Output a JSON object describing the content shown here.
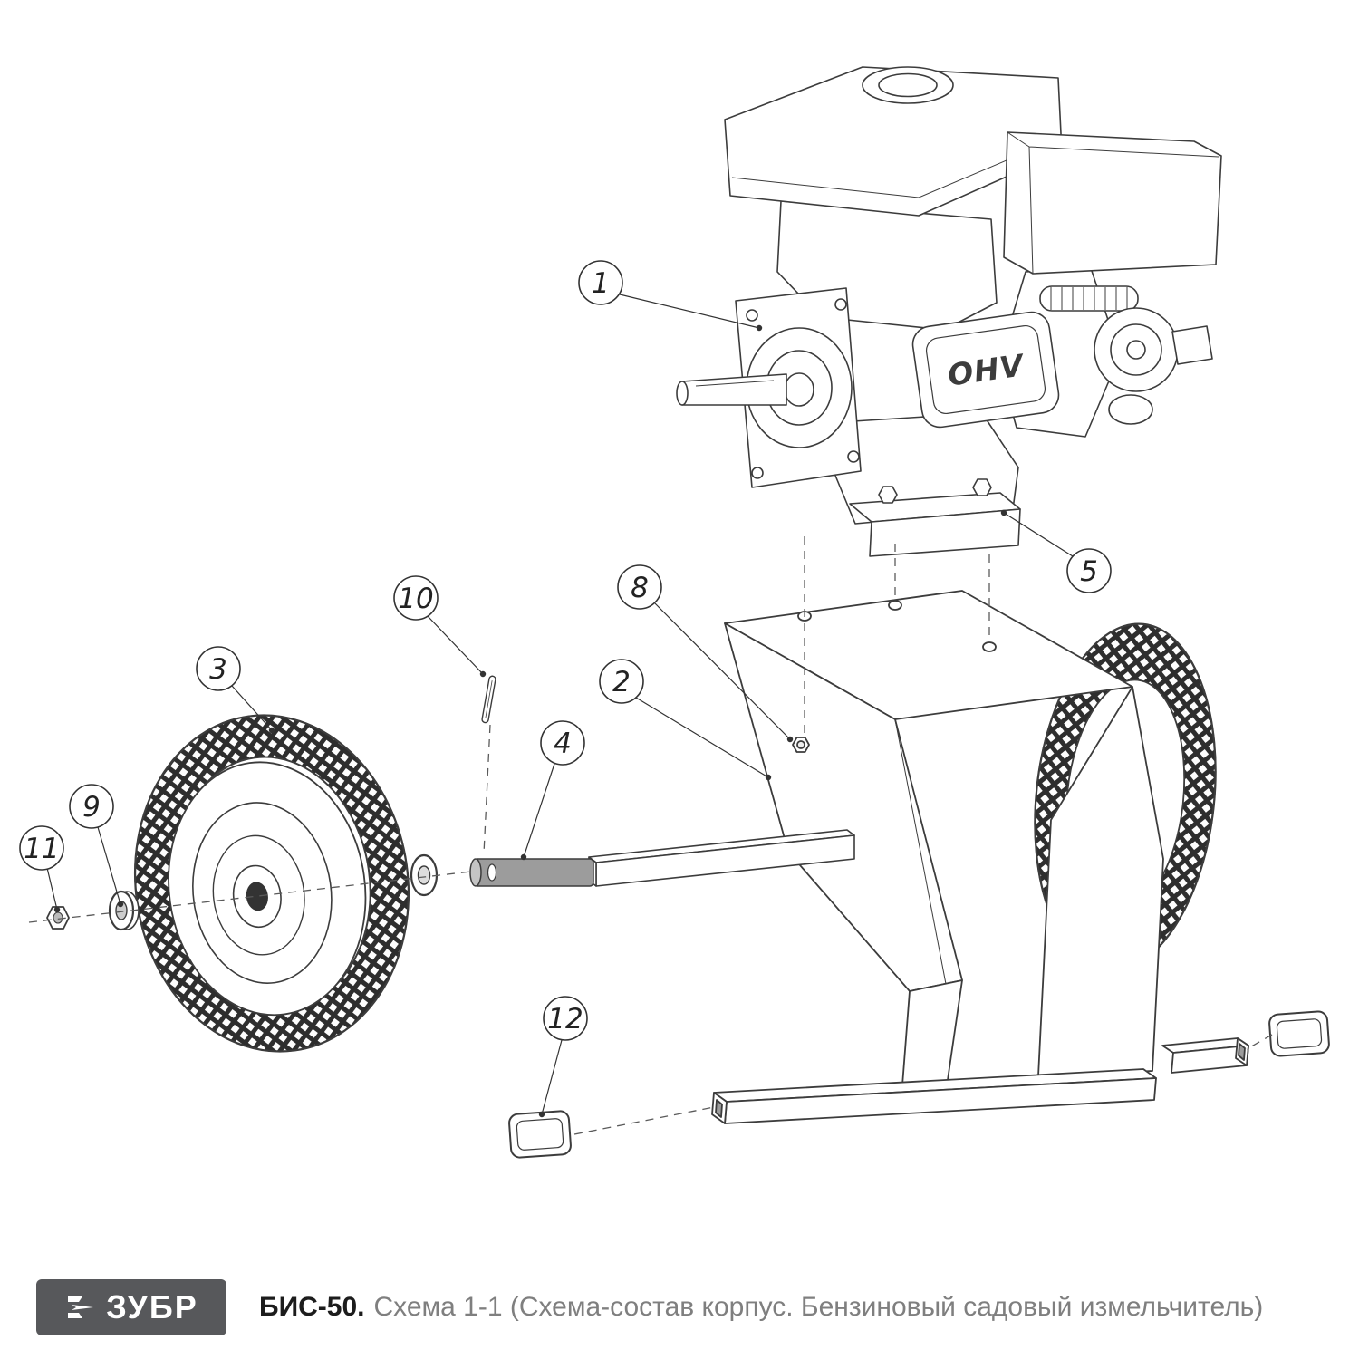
{
  "page": {
    "bg": "#ffffff"
  },
  "colors": {
    "line": "#3c3c3c",
    "shaft_gray": "#9c9c9c",
    "logo_bg": "#57585b",
    "title_gray": "#7f7f7f"
  },
  "diagram": {
    "engine_label": "OHV",
    "callouts": [
      {
        "label": "1"
      },
      {
        "label": "2"
      },
      {
        "label": "3"
      },
      {
        "label": "4"
      },
      {
        "label": "5"
      },
      {
        "label": "8"
      },
      {
        "label": "9"
      },
      {
        "label": "10"
      },
      {
        "label": "11"
      },
      {
        "label": "12"
      }
    ]
  },
  "footer": {
    "logo_text": "ЗУБР",
    "title_model": "БИС-50.",
    "title_rest": "Схема 1-1 (Схема-состав корпус. Бензиновый садовый измельчитель)"
  }
}
